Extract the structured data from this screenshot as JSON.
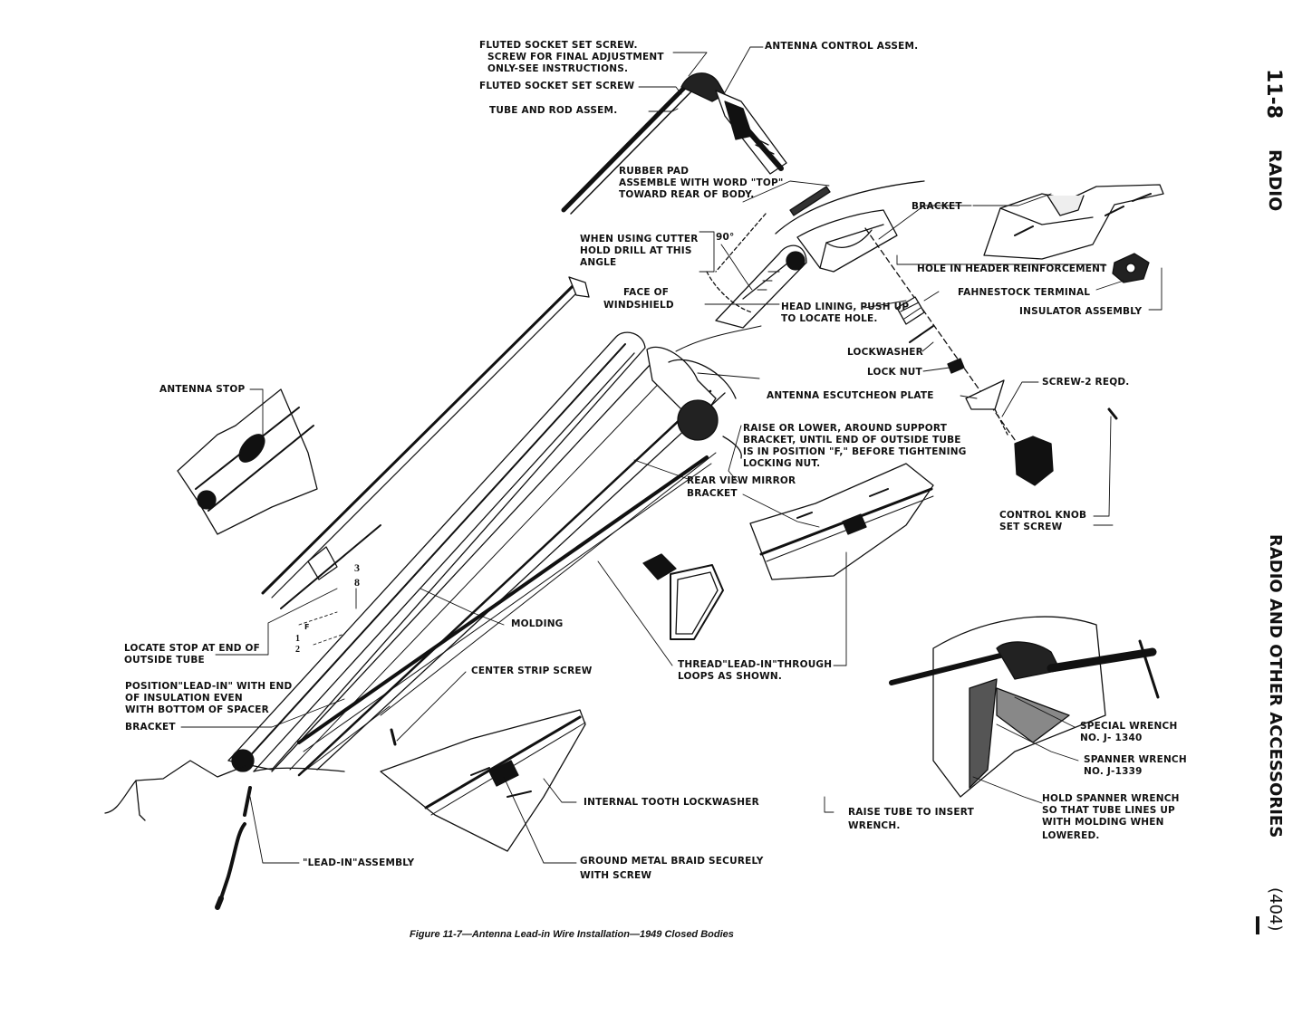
{
  "side": {
    "section": "11-8",
    "title": "RADIO",
    "chapter": "RADIO AND OTHER ACCESSORIES",
    "page": "(404)"
  },
  "caption": "Figure 11-7—Antenna Lead-in Wire Installation—1949 Closed Bodies",
  "labels": {
    "fluted_final_1": "FLUTED SOCKET SET SCREW.",
    "fluted_final_2": "SCREW FOR FINAL ADJUSTMENT",
    "fluted_final_3": "ONLY-SEE INSTRUCTIONS.",
    "fluted_socket": "FLUTED SOCKET SET  SCREW",
    "tube_rod": "TUBE AND ROD ASSEM.",
    "antenna_control": "ANTENNA CONTROL  ASSEM.",
    "rubber_pad_1": "RUBBER PAD",
    "rubber_pad_2": "ASSEMBLE WITH WORD \"TOP\"",
    "rubber_pad_3": "TOWARD REAR OF BODY.",
    "cutter_1": "WHEN USING  CUTTER",
    "cutter_2": "HOLD  DRILL AT THIS",
    "cutter_3": "ANGLE",
    "angle_90": "90°",
    "bracket": "BRACKET",
    "hole_header": "HOLE IN HEADER REINFORCEMENT",
    "fahnestock": "FAHNESTOCK  TERMINAL",
    "insulator": "INSULATOR ASSEMBLY",
    "face_windshield_1": "FACE OF",
    "face_windshield_2": "WINDSHIELD",
    "head_lining_1": "HEAD LINING, PUSH UP",
    "head_lining_2": "TO LOCATE HOLE.",
    "lockwasher": "LOCKWASHER",
    "lock_nut": "LOCK NUT",
    "escutcheon": "ANTENNA  ESCUTCHEON PLATE",
    "screw_2": "SCREW-2 REQD.",
    "antenna_stop": "ANTENNA STOP",
    "raise_lower_1": "RAISE OR LOWER, AROUND  SUPPORT",
    "raise_lower_2": "BRACKET, UNTIL END OF OUTSIDE TUBE",
    "raise_lower_3": "IS IN POSITION \"F,\" BEFORE TIGHTENING",
    "raise_lower_4": "LOCKING NUT.",
    "mirror_1": "REAR VIEW  MIRROR",
    "mirror_2": "BRACKET",
    "control_knob": "CONTROL  KNOB",
    "set_screw": "SET SCREW",
    "frac_38_num": "3",
    "frac_38_den": "8",
    "frac_12_num": "1",
    "frac_12_den": "2",
    "f_mark": "F",
    "molding": "MOLDING",
    "locate_stop_1": "LOCATE STOP AT END OF",
    "locate_stop_2": "OUTSIDE TUBE",
    "thread_1": "THREAD\"LEAD-IN\"THROUGH",
    "thread_2": "LOOPS  AS SHOWN.",
    "position_1": "POSITION\"LEAD-IN\" WITH END",
    "position_2": "OF    INSULATION EVEN",
    "position_3": "WITH BOTTOM OF SPACER",
    "position_4": "BRACKET",
    "center_strip": "CENTER STRIP  SCREW",
    "special_wrench_1": "SPECIAL WRENCH",
    "special_wrench_2": "NO. J- 1340",
    "spanner_1": "SPANNER WRENCH",
    "spanner_2": "NO. J-1339",
    "hold_spanner_1": "HOLD  SPANNER WRENCH",
    "hold_spanner_2": "SO  THAT  TUBE LINES UP",
    "hold_spanner_3": "WITH MOLDING WHEN",
    "hold_spanner_4": "LOWERED.",
    "raise_tube_1": "RAISE TUBE TO INSERT",
    "raise_tube_2": "WRENCH.",
    "internal_tooth": "INTERNAL TOOTH LOCKWASHER",
    "lead_in_assembly": "\"LEAD-IN\"ASSEMBLY",
    "ground_1": "GROUND METAL   BRAID SECURELY",
    "ground_2": "WITH SCREW"
  }
}
